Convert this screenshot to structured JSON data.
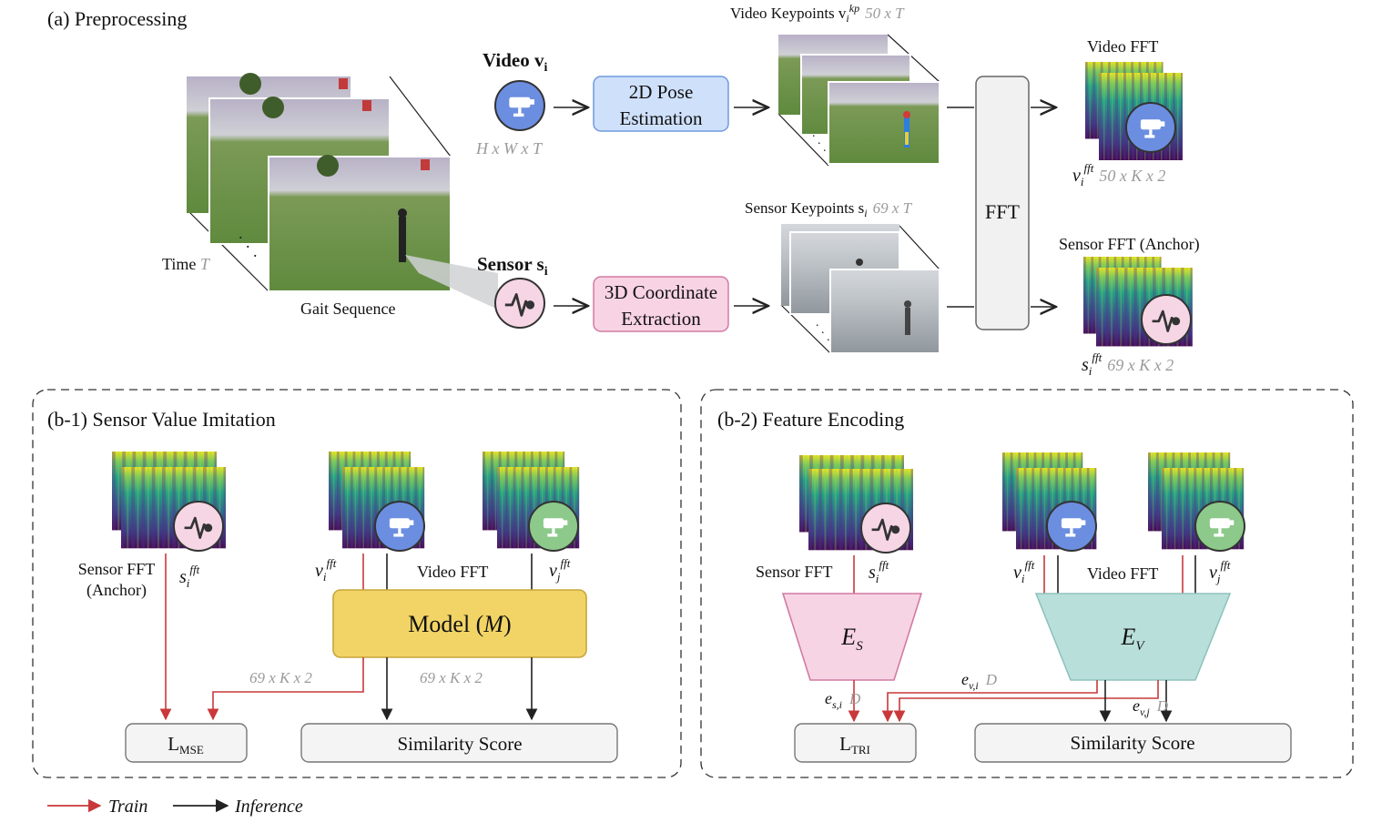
{
  "section_a": {
    "title": "(a) Preprocessing",
    "time_label": "Time",
    "time_var": "T",
    "gait_caption": "Gait Sequence",
    "video_label": "Video v",
    "video_sub": "i",
    "video_dims": "H x W x T",
    "sensor_label": "Sensor s",
    "sensor_sub": "i",
    "pose_box_line1": "2D Pose",
    "pose_box_line2": "Estimation",
    "coord_box_line1": "3D Coordinate",
    "coord_box_line2": "Extraction",
    "video_kp_title": "Video Keypoints v",
    "video_kp_sub": "i",
    "video_kp_sup": "kp",
    "video_kp_dims": "50 x T",
    "sensor_kp_title": "Sensor Keypoints s",
    "sensor_kp_sub": "i",
    "sensor_kp_dims": "69 x T",
    "fft_box": "FFT",
    "video_fft_title": "Video FFT",
    "video_fft_var": "v",
    "video_fft_sub": "i",
    "video_fft_sup": "fft",
    "video_fft_dims": "50 x K x 2",
    "sensor_fft_title": "Sensor FFT (Anchor)",
    "sensor_fft_var": "s",
    "sensor_fft_sub": "i",
    "sensor_fft_sup": "fft",
    "sensor_fft_dims": "69 x K x 2"
  },
  "section_b1": {
    "title": "(b-1) Sensor Value Imitation",
    "sensor_fft_line1": "Sensor FFT",
    "sensor_fft_line2": "(Anchor)",
    "s_var": "s",
    "s_sub": "i",
    "s_sup": "fft",
    "vi_var": "v",
    "vi_sub": "i",
    "vi_sup": "fft",
    "video_fft": "Video FFT",
    "vj_var": "v",
    "vj_sub": "j",
    "vj_sup": "fft",
    "model_text": "Model (",
    "model_var": "M",
    "model_close": ")",
    "dims_left": "69 x K x 2",
    "dims_right": "69 x K x 2",
    "loss_main": "L",
    "loss_sub": "MSE",
    "similarity": "Similarity Score"
  },
  "section_b2": {
    "title": "(b-2) Feature Encoding",
    "sensor_fft": "Sensor FFT",
    "s_var": "s",
    "s_sub": "i",
    "s_sup": "fft",
    "vi_var": "v",
    "vi_sub": "i",
    "vi_sup": "fft",
    "video_fft": "Video FFT",
    "vj_var": "v",
    "vj_sub": "j",
    "vj_sup": "fft",
    "es_var": "E",
    "es_sub": "S",
    "ev_var": "E",
    "ev_sub": "V",
    "esi_var": "e",
    "esi_sub": "s,i",
    "evi_var": "e",
    "evi_sub": "v,i",
    "evj_var": "e",
    "evj_sub": "v,j",
    "dim_d": "D",
    "loss_main": "L",
    "loss_sub": "TRI",
    "similarity": "Similarity Score"
  },
  "legend": {
    "train": "Train",
    "inference": "Inference"
  },
  "colors": {
    "train": "#c9383a",
    "inference": "#222222",
    "pose_box": "#cfe0fb",
    "pose_border": "#6f9ae0",
    "coord_box": "#f8d3e4",
    "coord_border": "#d27aa3",
    "model_box": "#f2d466",
    "model_border": "#c8a53a",
    "es_fill": "#f7d4e4",
    "ev_fill": "#b9dfda",
    "video_icon": "#6b8ee0",
    "sensor_icon": "#f6d6e4",
    "video_j_icon": "#8cc98a"
  }
}
